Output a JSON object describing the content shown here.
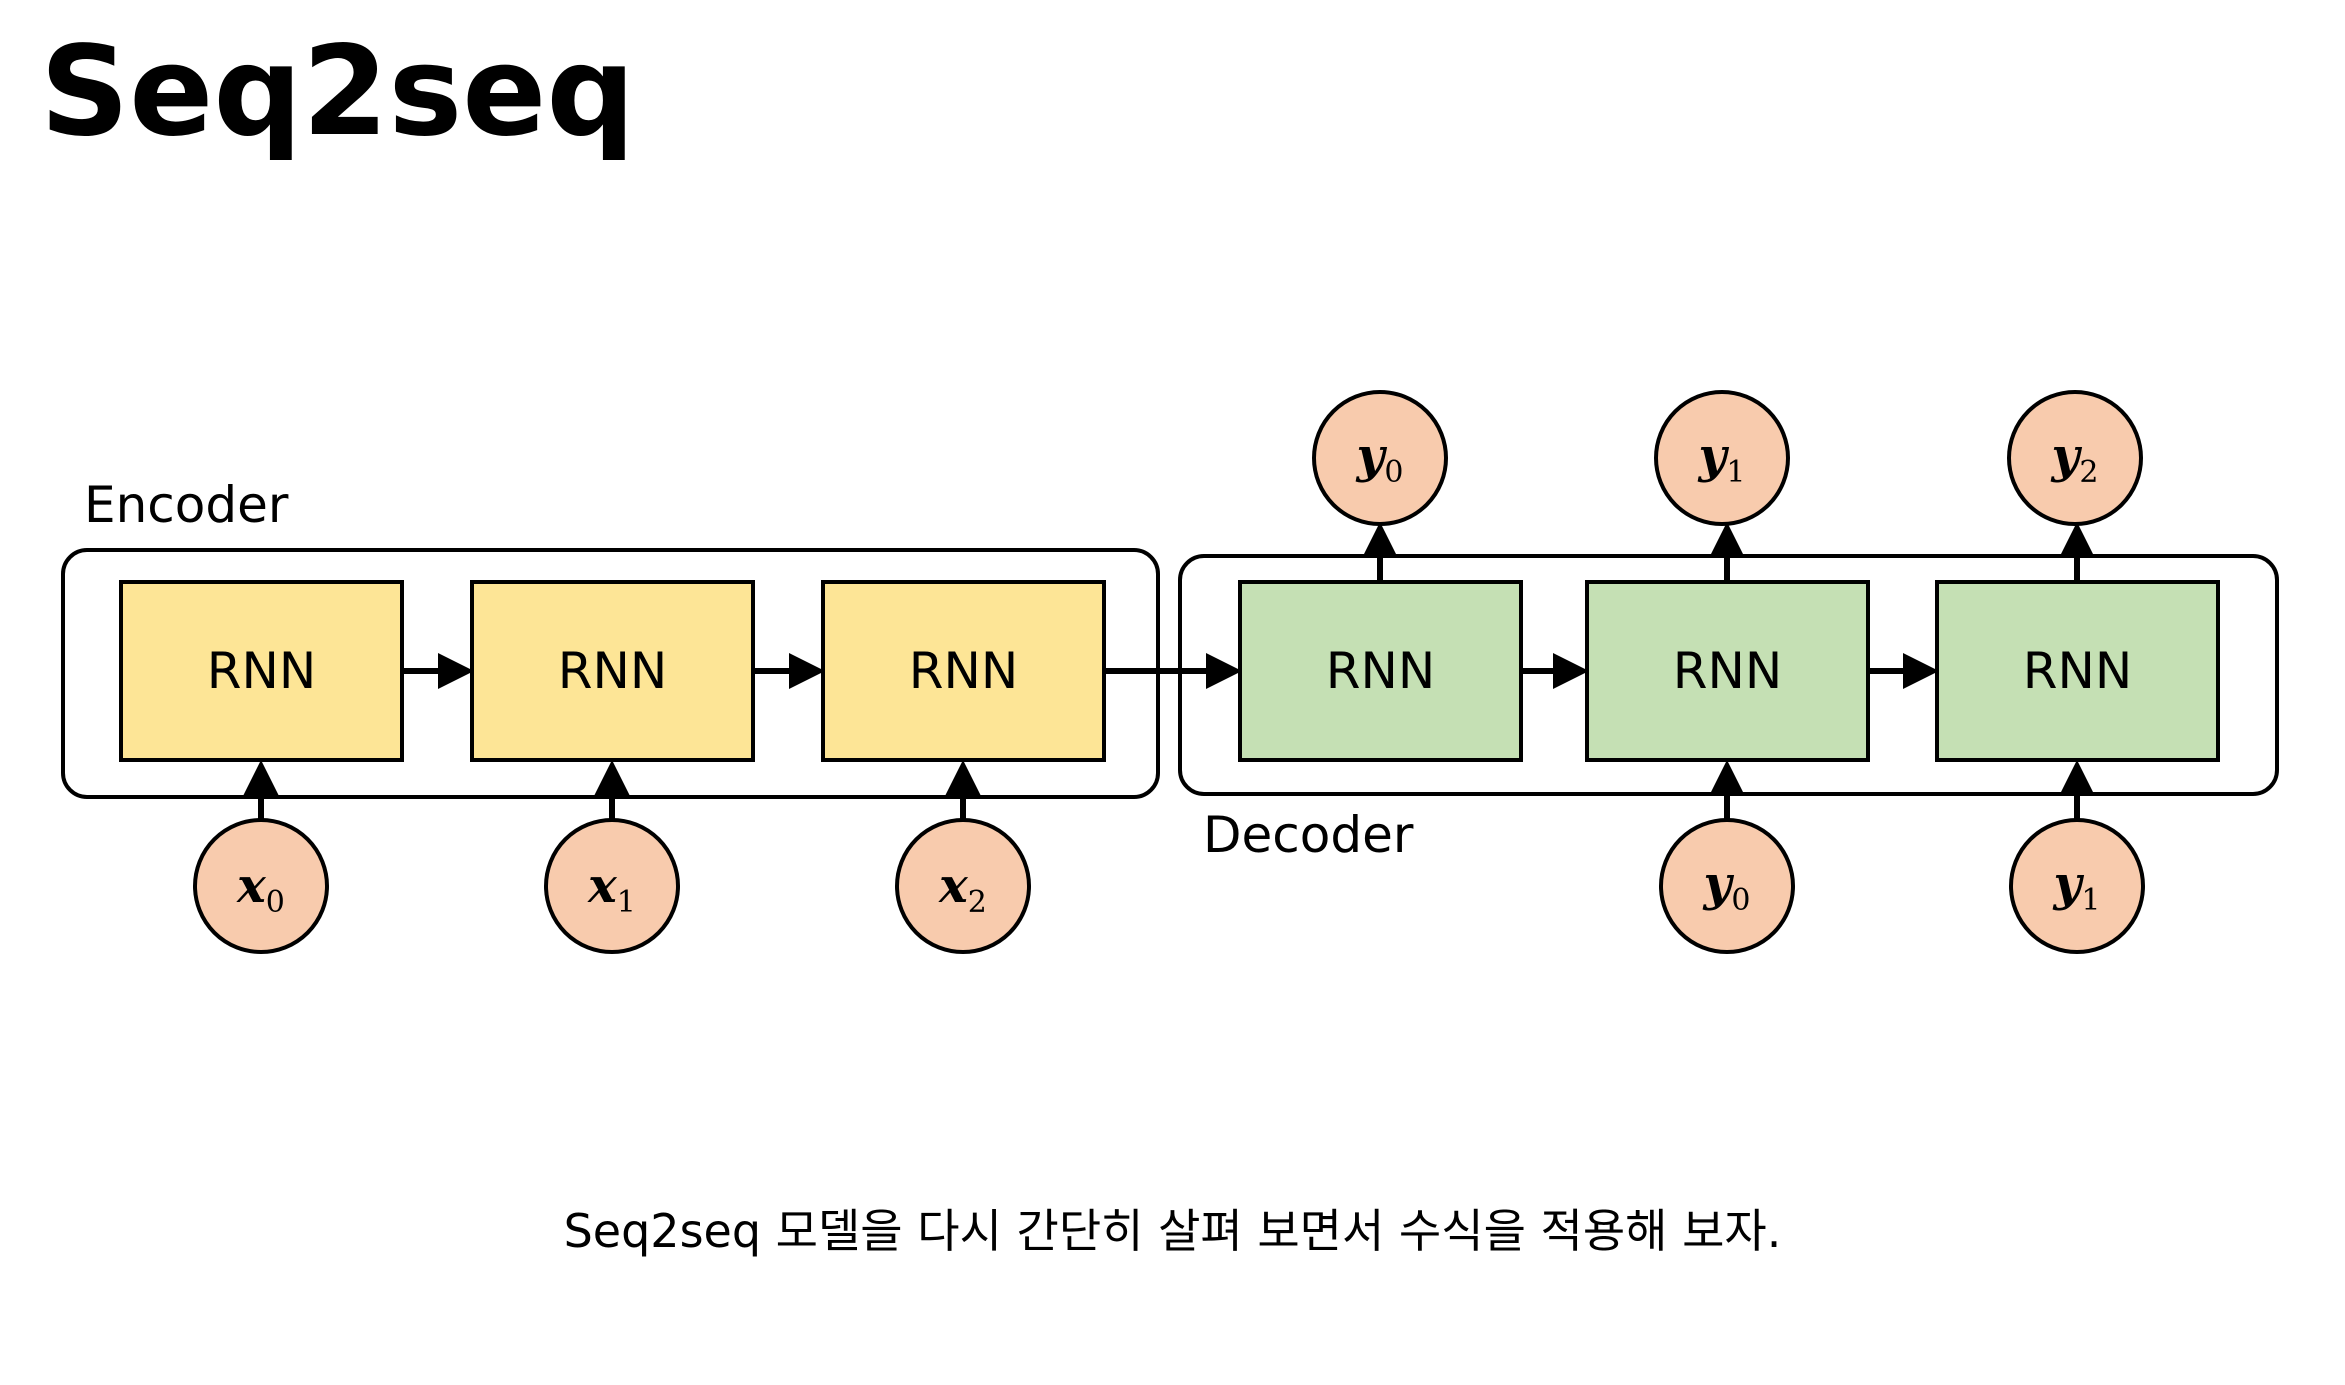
{
  "title": "Seq2seq",
  "caption": "Seq2seq 모델을 다시 간단히 살펴 보면서 수식을 적용해 보자.",
  "encoder": {
    "label": "Encoder",
    "cells": [
      "RNN",
      "RNN",
      "RNN"
    ],
    "inputs": [
      {
        "var": "x",
        "sub": "0"
      },
      {
        "var": "x",
        "sub": "1"
      },
      {
        "var": "x",
        "sub": "2"
      }
    ]
  },
  "decoder": {
    "label": "Decoder",
    "cells": [
      "RNN",
      "RNN",
      "RNN"
    ],
    "outputs": [
      {
        "var": "y",
        "sub": "0"
      },
      {
        "var": "y",
        "sub": "1"
      },
      {
        "var": "y",
        "sub": "2"
      }
    ],
    "inputs": [
      {
        "var": "y",
        "sub": "0"
      },
      {
        "var": "y",
        "sub": "1"
      }
    ]
  },
  "colors": {
    "encoder_cell": "#fde596",
    "decoder_cell": "#c5e0b4",
    "token_circle": "#f8cbad",
    "stroke": "#000000"
  }
}
